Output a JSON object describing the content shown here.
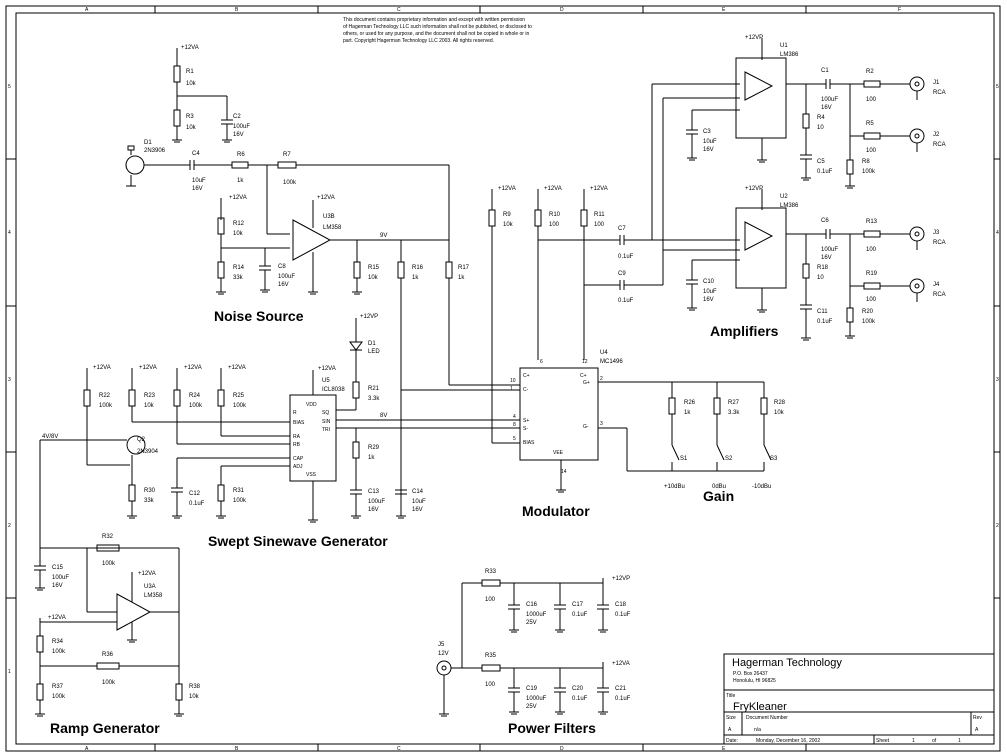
{
  "notice": [
    "This document contains proprietary information and except with written permission",
    "of Hagerman Technology LLC such information shall not be published, or disclosed to",
    "others, or used for any purpose, and the document shall not be copied in whole or in",
    "part. Copyright Hagerman Technology LLC 2003.  All rights reserved."
  ],
  "border": {
    "top": [
      "A",
      "B",
      "C",
      "D",
      "E",
      "F"
    ],
    "side": [
      "5",
      "4",
      "3",
      "2",
      "1"
    ]
  },
  "sections": {
    "noise": "Noise Source",
    "swept": "Swept Sinewave Generator",
    "ramp": "Ramp Generator",
    "modulator": "Modulator",
    "gain": "Gain",
    "amplifiers": "Amplifiers",
    "power": "Power Filters"
  },
  "rails": {
    "v12a": "+12VA",
    "v12p": "+12VP",
    "v12": "12V",
    "v9": "9V",
    "v8": "8V",
    "v4": "4V/8V"
  },
  "parts": {
    "r1": [
      "R1",
      "10k"
    ],
    "r3": [
      "R3",
      "10k"
    ],
    "c2": [
      "C2",
      "100uF",
      "16V"
    ],
    "d1": [
      "D1",
      "2N3906"
    ],
    "c4": [
      "C4",
      "10uF",
      "16V"
    ],
    "r6": [
      "R6",
      "1k"
    ],
    "r7": [
      "R7",
      "100k"
    ],
    "r12": [
      "R12",
      "10k"
    ],
    "r14": [
      "R14",
      "33k"
    ],
    "c8": [
      "C8",
      "100uF",
      "16V"
    ],
    "u3b": [
      "U3B",
      "LM358"
    ],
    "r15": [
      "R15",
      "10k"
    ],
    "r16": [
      "R16",
      "1k"
    ],
    "r17": [
      "R17",
      "1k"
    ],
    "r9": [
      "R9",
      "10k"
    ],
    "r10": [
      "R10",
      "100"
    ],
    "r11": [
      "R11",
      "100"
    ],
    "c7": [
      "C7",
      "0.1uF"
    ],
    "c9": [
      "C9",
      "0.1uF"
    ],
    "u1": [
      "U1",
      "LM386"
    ],
    "u2": [
      "U2",
      "LM386"
    ],
    "c3": [
      "C3",
      "10uF",
      "16V"
    ],
    "c10": [
      "C10",
      "10uF",
      "16V"
    ],
    "r4": [
      "R4",
      "10"
    ],
    "r18": [
      "R18",
      "10"
    ],
    "c5": [
      "C5",
      "0.1uF"
    ],
    "c11": [
      "C11",
      "0.1uF"
    ],
    "c1": [
      "C1",
      "100uF",
      "16V"
    ],
    "c6": [
      "C6",
      "100uF",
      "16V"
    ],
    "r2": [
      "R2",
      "100"
    ],
    "r5": [
      "R5",
      "100"
    ],
    "r8": [
      "R8",
      "100k"
    ],
    "r13": [
      "R13",
      "100"
    ],
    "r19": [
      "R19",
      "100"
    ],
    "r20": [
      "R20",
      "100k"
    ],
    "j1": [
      "J1",
      "RCA"
    ],
    "j2": [
      "J2",
      "RCA"
    ],
    "j3": [
      "J3",
      "RCA"
    ],
    "j4": [
      "J4",
      "RCA"
    ],
    "led": [
      "D1",
      "LED"
    ],
    "r21": [
      "R21",
      "3.3k"
    ],
    "r29": [
      "R29",
      "1k"
    ],
    "u5": [
      "U5",
      "ICL8038"
    ],
    "c13": [
      "C13",
      "100uF",
      "16V"
    ],
    "c14": [
      "C14",
      "10uF",
      "16V"
    ],
    "u4": [
      "U4",
      "MC1496"
    ],
    "r22": [
      "R22",
      "100k"
    ],
    "r23": [
      "R23",
      "10k"
    ],
    "r24": [
      "R24",
      "100k"
    ],
    "r25": [
      "R25",
      "100k"
    ],
    "q2": [
      "Q2",
      "2N3904"
    ],
    "r30": [
      "R30",
      "33k"
    ],
    "c12": [
      "C12",
      "0.1uF"
    ],
    "r31": [
      "R31",
      "100k"
    ],
    "r26": [
      "R26",
      "1k"
    ],
    "r27": [
      "R27",
      "3.3k"
    ],
    "r28": [
      "R28",
      "10k"
    ],
    "s1": [
      "S1",
      "+10dBu"
    ],
    "s2": [
      "S2",
      "0dBu"
    ],
    "s3": [
      "S3",
      "-10dBu"
    ],
    "r32": [
      "R32",
      "100k"
    ],
    "c15": [
      "C15",
      "100uF",
      "16V"
    ],
    "u3a": [
      "U3A",
      "LM358"
    ],
    "r34": [
      "R34",
      "100k"
    ],
    "r36": [
      "R36",
      "100k"
    ],
    "r37": [
      "R37",
      "100k"
    ],
    "r38": [
      "R38",
      "10k"
    ],
    "r33": [
      "R33",
      "100"
    ],
    "r35": [
      "R35",
      "100"
    ],
    "c16": [
      "C16",
      "1000uF",
      "25V"
    ],
    "c17": [
      "C17",
      "0.1uF"
    ],
    "c18": [
      "C18",
      "0.1uF"
    ],
    "c19": [
      "C19",
      "1000uF",
      "25V"
    ],
    "c20": [
      "C20",
      "0.1uF"
    ],
    "c21": [
      "C21",
      "0.1uF"
    ],
    "j5": [
      "J5",
      "12V"
    ]
  },
  "pins": {
    "u4": [
      "C+",
      "C-",
      "C+",
      "G+",
      "G-",
      "S+",
      "S-",
      "BIAS",
      "VEE",
      "10",
      "1",
      "4",
      "8",
      "5",
      "6",
      "12",
      "2",
      "3",
      "14"
    ],
    "u5": [
      "VDD",
      "R",
      "BIAS",
      "RA",
      "RB",
      "CAP",
      "ADJ",
      "VSS",
      "SQ",
      "SIN",
      "TRI"
    ]
  },
  "title_block": {
    "company": "Hagerman Technology",
    "address1": "P.O. Box 26437",
    "address2": "Honolulu, HI 96825",
    "title_label": "Title",
    "title": "FryKleaner",
    "size_label": "Size",
    "size": "A",
    "docnum_label": "Document Number",
    "docnum": "n/a",
    "rev_label": "Rev",
    "rev": "A",
    "date_label": "Date:",
    "date": "Monday, December 16, 2002",
    "sheet_label": "Sheet",
    "sheet": "1",
    "of_label": "of",
    "sheets": "1"
  }
}
